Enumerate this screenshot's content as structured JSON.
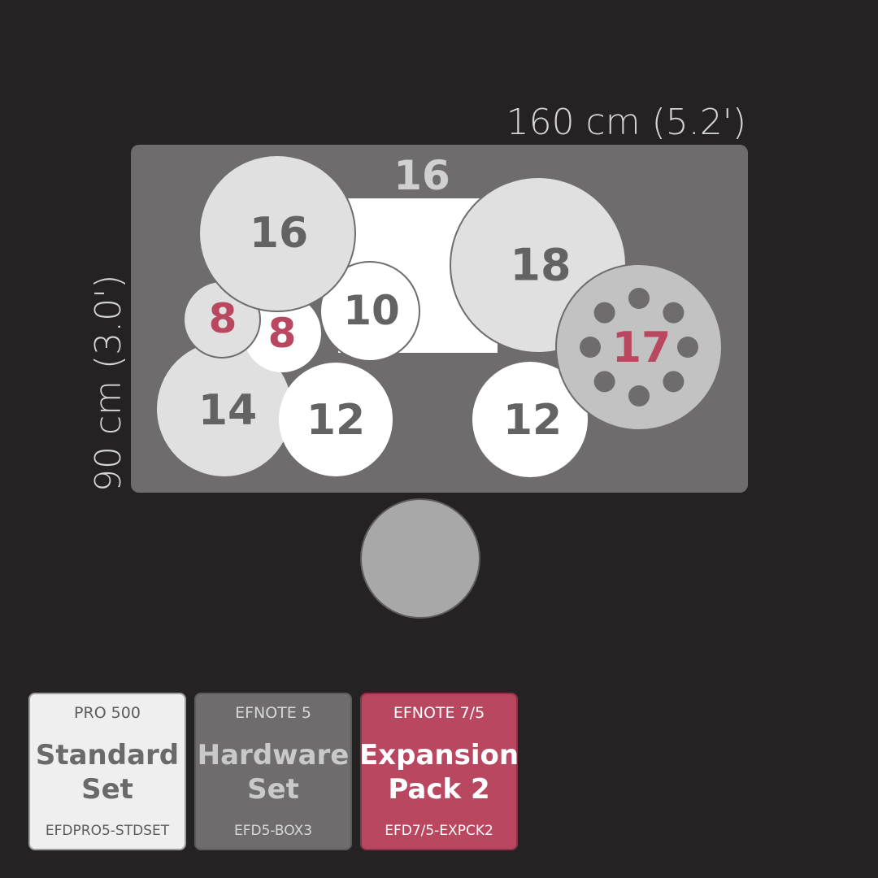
{
  "dimensions": {
    "width_label": "160 cm (5.2')",
    "depth_label": "90 cm (3.0')"
  },
  "layout": {
    "pads": [
      {
        "id": "bass-drum",
        "label": "16",
        "shape": "rect",
        "color": "white"
      },
      {
        "id": "cymbal-16",
        "label": "16",
        "color": "light"
      },
      {
        "id": "cymbal-18",
        "label": "18",
        "color": "light"
      },
      {
        "id": "hihat-8",
        "label": "8",
        "color": "light",
        "label_color": "accent"
      },
      {
        "id": "pad-8",
        "label": "8",
        "color": "white",
        "label_color": "accent"
      },
      {
        "id": "tom-10",
        "label": "10",
        "color": "white"
      },
      {
        "id": "cymbal-14",
        "label": "14",
        "color": "light"
      },
      {
        "id": "tom-12-left",
        "label": "12",
        "color": "white"
      },
      {
        "id": "tom-12-right",
        "label": "12",
        "color": "white"
      },
      {
        "id": "cymbal-17",
        "label": "17",
        "color": "mid",
        "label_color": "accent",
        "icon": "dot-ring"
      },
      {
        "id": "throne",
        "label": "",
        "color": "gray"
      }
    ]
  },
  "legend": [
    {
      "series": "PRO 500",
      "name_line1": "Standard",
      "name_line2": "Set",
      "code": "EFDPRO5-STDSET"
    },
    {
      "series": "EFNOTE 5",
      "name_line1": "Hardware",
      "name_line2": "Set",
      "code": "EFD5-BOX3"
    },
    {
      "series": "EFNOTE 7/5",
      "name_line1": "Expansion",
      "name_line2": "Pack 2",
      "code": "EFD7/5-EXPCK2"
    }
  ],
  "colors": {
    "background": "#242223",
    "rug": "#6e6c6d",
    "white": "#ffffff",
    "light": "#e0e0e0",
    "mid": "#c2c2c2",
    "gray": "#a8a8a8",
    "accent": "#b8475f",
    "label": "#636363"
  }
}
